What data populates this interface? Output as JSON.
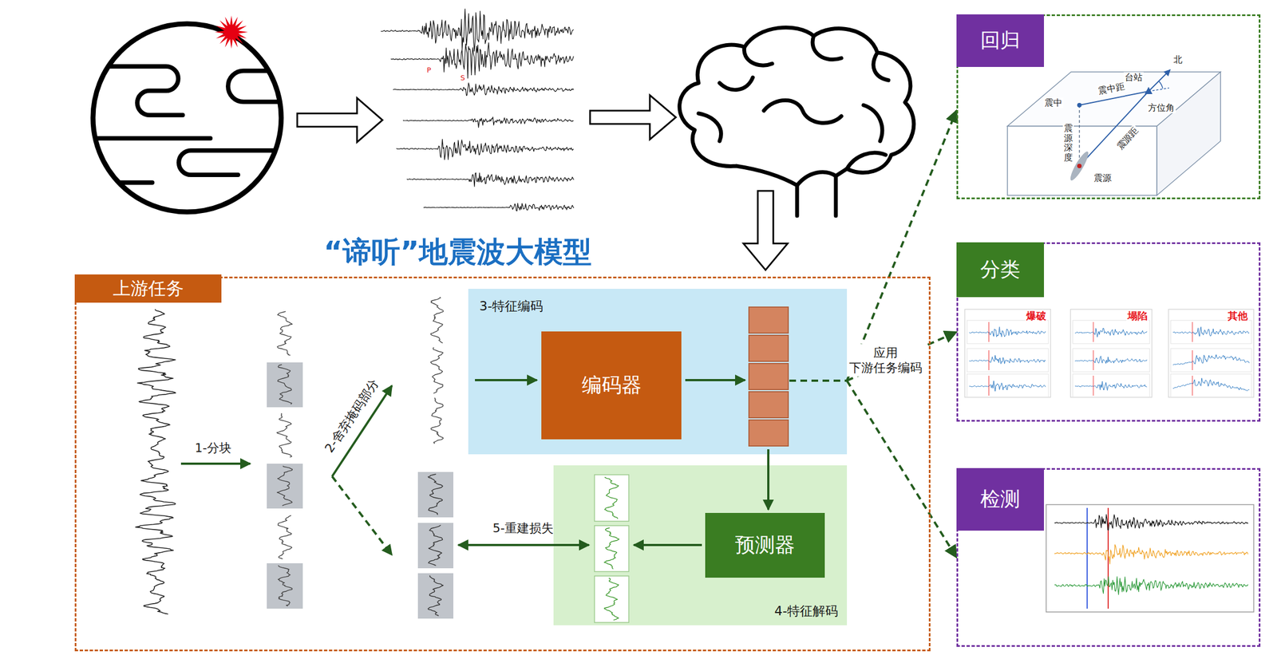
{
  "diagram": {
    "title": "“谛听”地震波大模型",
    "nodes": [
      {
        "text": [
          "上游任务"
        ]
      },
      {
        "text": [
          "3-特征编码"
        ],
        "in": 0
      },
      {
        "text": [
          "编码器"
        ],
        "in": 1
      },
      {
        "text": [
          "4-特征解码"
        ],
        "in": 0
      },
      {
        "text": [
          "预测器"
        ],
        "in": 3
      },
      {
        "text": [
          "回归"
        ]
      },
      {
        "text": [
          "分类"
        ]
      },
      {
        "text": [
          "检测"
        ]
      }
    ],
    "edges": [
      {
        "from": 1,
        "to": 5,
        "arrow": "to"
      },
      {
        "from": 1,
        "to": 6,
        "arrow": "to",
        "label": "应用 下游任务编码"
      },
      {
        "from": 1,
        "to": 7,
        "arrow": "to"
      }
    ],
    "labels": [
      "1-分块",
      "2-舍弃掩码部分",
      "5-重建损失",
      "P",
      "S",
      "震中",
      "震中距",
      "台站",
      "北",
      "方位角",
      "震源距",
      "震源深度",
      "震源",
      "爆破",
      "塌陷",
      "其他"
    ]
  }
}
